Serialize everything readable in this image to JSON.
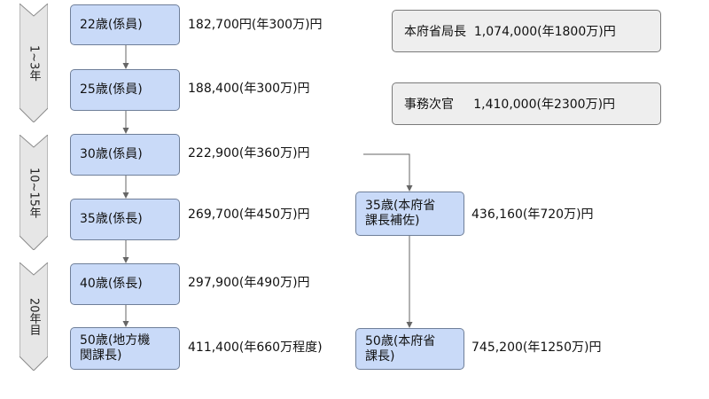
{
  "stages": [
    {
      "label": "1~3年"
    },
    {
      "label": "10~15年"
    },
    {
      "label": "20年目"
    }
  ],
  "left_nodes": [
    {
      "title": "22歳(係員)",
      "salary": "182,700円(年300万)円"
    },
    {
      "title": "25歳(係員)",
      "salary": "188,400(年300万)円"
    },
    {
      "title": "30歳(係員)",
      "salary": "222,900(年360万)円"
    },
    {
      "title": "35歳(係長)",
      "salary": "269,700(年450万)円"
    },
    {
      "title": "40歳(係長)",
      "salary": "297,900(年490万)円"
    },
    {
      "title": "50歳(地方機\n関課長)",
      "salary": "411,400(年660万程度)"
    }
  ],
  "right_nodes": [
    {
      "title": "35歳(本府省\n課長補佐)",
      "salary": "436,160(年720万)円"
    },
    {
      "title": "50歳(本府省\n課長)",
      "salary": "745,200(年1250万)円"
    }
  ],
  "info_boxes": [
    {
      "text": "本府省局長  1,074,000(年1800万)円"
    },
    {
      "text": "事務次官     1,410,000(年2300万)円"
    }
  ],
  "colors": {
    "node_fill": "#c9daf8",
    "info_fill": "#eeeeee",
    "chevron_fill": "#e6e6e6",
    "line": "#666666"
  }
}
